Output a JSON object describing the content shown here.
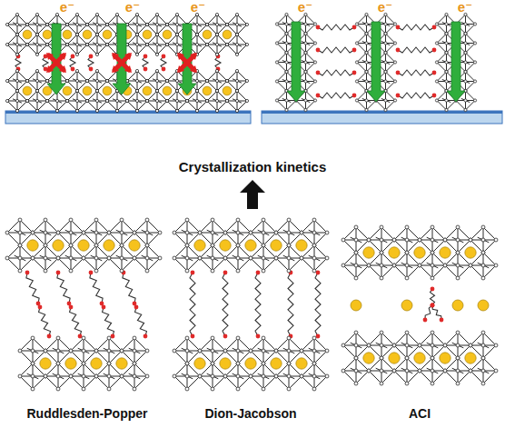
{
  "diagram": {
    "labels": [
      "e⁻",
      "e⁻",
      "e⁻",
      "e⁻",
      "e⁻",
      "e⁻",
      "Crystallization kinetics",
      "Ruddlesden-Popper",
      "Dion-Jacobson",
      "ACI"
    ]
  }
}
